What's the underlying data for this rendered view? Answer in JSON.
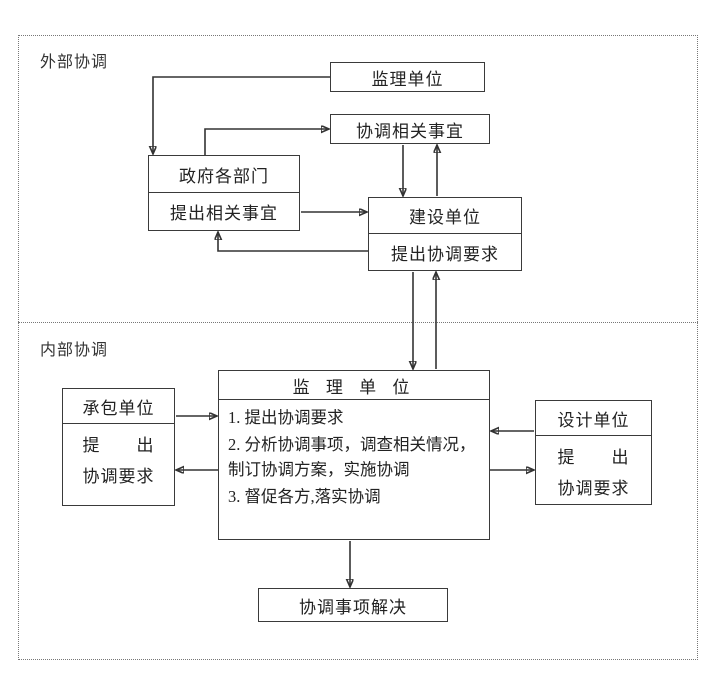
{
  "sections": {
    "external_label": "外部协调",
    "internal_label": "内部协调"
  },
  "boxes": {
    "supervision_top": {
      "label": "监理单位"
    },
    "coordinate_matters": {
      "label": "协调相关事宜"
    },
    "government": {
      "title": "政府各部门",
      "subtitle": "提出相关事宜"
    },
    "construction": {
      "title": "建设单位",
      "subtitle": "提出协调要求"
    },
    "contractor": {
      "title": "承包单位",
      "line1": "提　　出",
      "line2": "协调要求"
    },
    "supervision_center": {
      "title": "监 理 单 位",
      "items": [
        "1. 提出协调要求",
        "2. 分析协调事项，调查相关情况，制订协调方案，实施协调",
        "3. 督促各方,落实协调"
      ]
    },
    "design": {
      "title": "设计单位",
      "line1": "提　　出",
      "line2": "协调要求"
    },
    "resolved": {
      "label": "协调事项解决"
    }
  },
  "colors": {
    "line": "#333333",
    "background": "#ffffff",
    "text": "#222222"
  }
}
